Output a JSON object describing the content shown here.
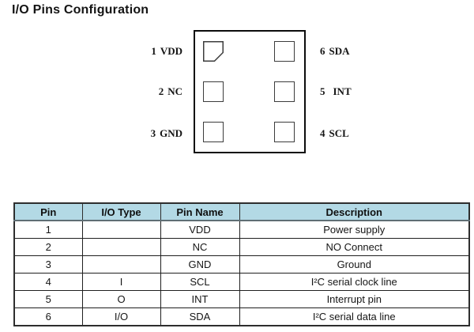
{
  "title": "I/O Pins Configuration",
  "colors": {
    "table_header_bg": "#b3d9e5",
    "text": "#161616",
    "chip_border": "#0c0c0c"
  },
  "diagram": {
    "pin1_indicator": "chamfered corner pad",
    "pins_left": [
      {
        "number": "1",
        "name": "VDD"
      },
      {
        "number": "2",
        "name": "NC"
      },
      {
        "number": "3",
        "name": "GND"
      }
    ],
    "pins_right": [
      {
        "number": "6",
        "name": "SDA"
      },
      {
        "number": "5",
        "name": "INT"
      },
      {
        "number": "4",
        "name": "SCL"
      }
    ]
  },
  "table": {
    "headers": [
      "Pin",
      "I/O Type",
      "Pin Name",
      "Description"
    ],
    "rows": [
      {
        "pin": "1",
        "io_type": "",
        "pin_name": "VDD",
        "description": "Power supply"
      },
      {
        "pin": "2",
        "io_type": "",
        "pin_name": "NC",
        "description": "NO Connect"
      },
      {
        "pin": "3",
        "io_type": "",
        "pin_name": "GND",
        "description": "Ground"
      },
      {
        "pin": "4",
        "io_type": "I",
        "pin_name": "SCL",
        "description": "I²C serial clock line"
      },
      {
        "pin": "5",
        "io_type": "O",
        "pin_name": "INT",
        "description": "Interrupt pin"
      },
      {
        "pin": "6",
        "io_type": "I/O",
        "pin_name": "SDA",
        "description": "I²C serial data line"
      }
    ]
  }
}
